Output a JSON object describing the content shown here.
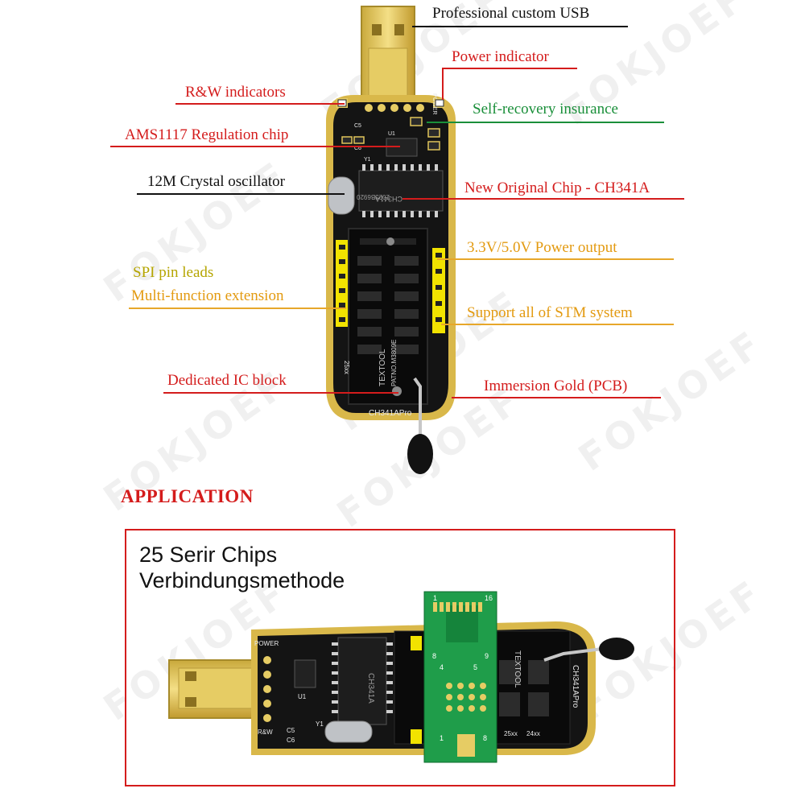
{
  "labels": {
    "usb": "Professional custom USB",
    "power_indicator": "Power indicator",
    "rw_indicators": "R&W indicators",
    "self_recovery": "Self-recovery insurance",
    "ams1117": "AMS1117 Regulation chip",
    "crystal": "12M Crystal oscillator",
    "ch341a_chip": "New Original Chip - CH341A",
    "power_output": "3.3V/5.0V Power output",
    "spi_pin": "SPI pin leads",
    "multi_function": "Multi-function extension",
    "stm": "Support all of STM system",
    "ic_block": "Dedicated IC block",
    "immersion_gold": "Immersion Gold (PCB)"
  },
  "board_markings": {
    "model": "CH341APro",
    "power": "POWER",
    "chip_top": "CH341A",
    "chip_code": "2023B6920",
    "socket": "TEXTOOL",
    "socket_code": "PATNO.M3809E",
    "series": "25xx",
    "series2": "24xx",
    "u1": "U1",
    "y1": "Y1",
    "c5": "C5",
    "c6": "C6",
    "rw": "R&W"
  },
  "application": {
    "title": "APPLICATION",
    "line1": "25 Serir Chips",
    "line2": "Verbindungsmethode"
  },
  "watermark": "FOKJOEF",
  "colors": {
    "red": "#d41c1c",
    "green": "#1a8f3a",
    "orange": "#e7a72a",
    "olive": "#d5c800",
    "pcb": "#111111",
    "gold": "#e0c45a"
  }
}
